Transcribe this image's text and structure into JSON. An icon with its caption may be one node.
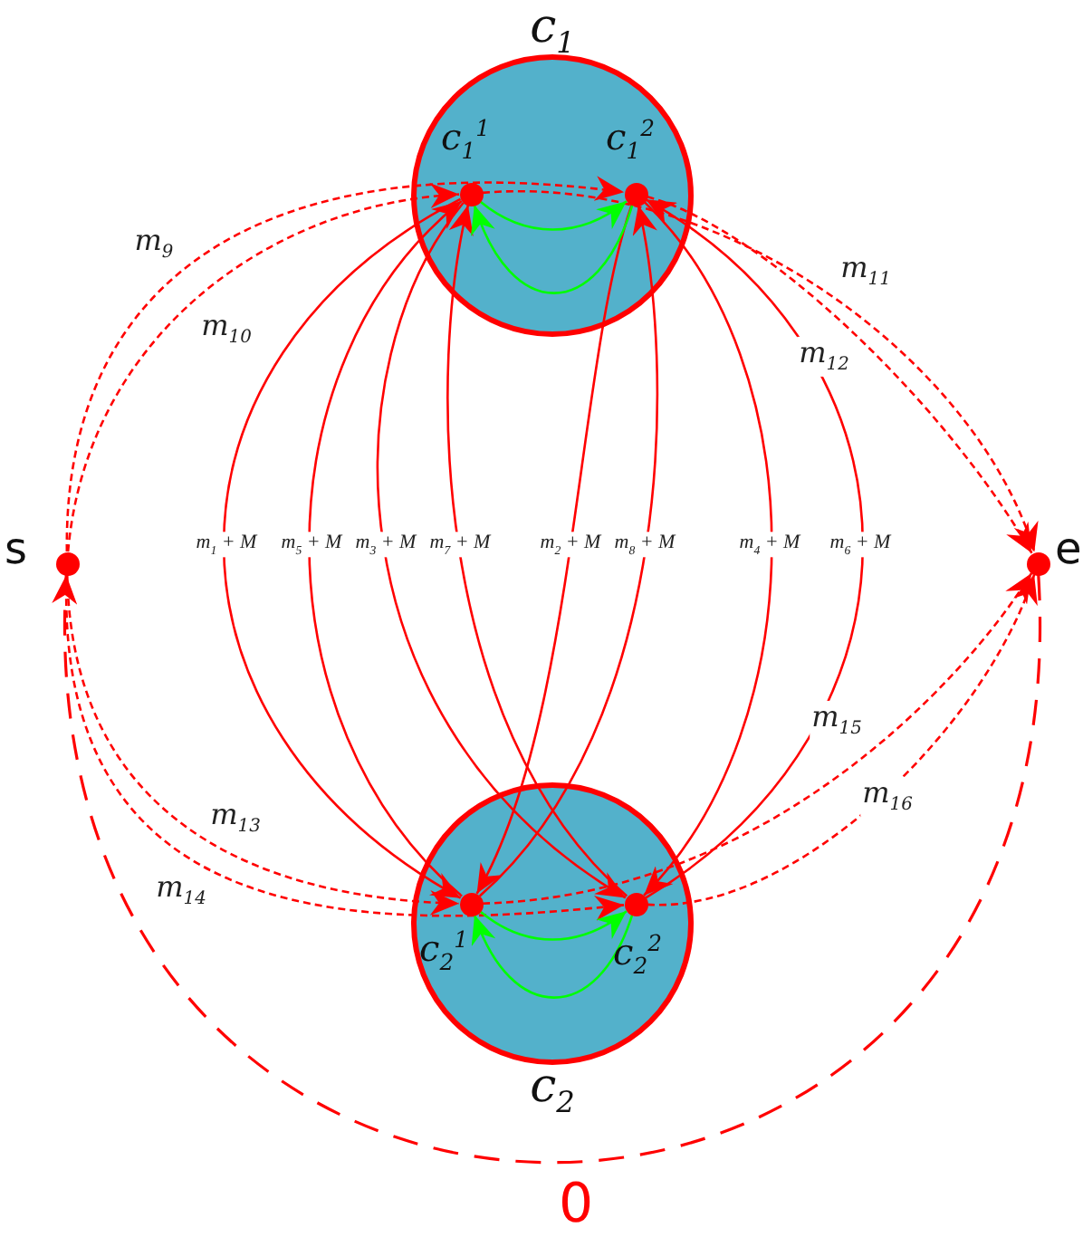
{
  "diagram": {
    "nodes": [
      {
        "text": [
          "c$_{1}$"
        ]
      },
      {
        "text": [
          "c$_{1}$$^{1}$"
        ],
        "in": 0
      },
      {
        "text": [
          "c$_{1}$$^{2}$"
        ],
        "in": 0
      },
      {
        "text": [
          "c$_{2}$"
        ]
      },
      {
        "text": [
          "c$_{2}$$^{1}$"
        ],
        "in": 3
      },
      {
        "text": [
          "c$_{2}$$^{2}$"
        ],
        "in": 3
      },
      {
        "text": [
          "s"
        ]
      },
      {
        "text": [
          "e"
        ]
      }
    ],
    "edges": [
      {
        "from": 6,
        "to": 2,
        "arrow": "to",
        "label": "m$_{9}$",
        "style": "dashed"
      },
      {
        "from": 6,
        "to": 1,
        "arrow": "to",
        "label": "m$_{10}$",
        "style": "dashed"
      },
      {
        "from": 1,
        "to": 7,
        "arrow": "to",
        "label": "m$_{11}$",
        "style": "dashed"
      },
      {
        "from": 2,
        "to": 7,
        "arrow": "to",
        "label": "m$_{12}$",
        "style": "dashed"
      },
      {
        "from": 6,
        "to": 4,
        "arrow": "to",
        "label": "m$_{13}$",
        "style": "dashed"
      },
      {
        "from": 6,
        "to": 5,
        "arrow": "to",
        "label": "m$_{14}$",
        "style": "dashed"
      },
      {
        "from": 4,
        "to": 7,
        "arrow": "to",
        "label": "m$_{15}$",
        "style": "dashed"
      },
      {
        "from": 5,
        "to": 7,
        "arrow": "to",
        "label": "m$_{16}$",
        "style": "dashed"
      },
      {
        "from": 1,
        "to": 4,
        "arrow": "to",
        "label": "m$_{1}$ + M"
      },
      {
        "from": 4,
        "to": 1,
        "arrow": "to",
        "label": "m$_{5}$ + M"
      },
      {
        "from": 1,
        "to": 5,
        "arrow": "to",
        "label": "m$_{3}$ + M"
      },
      {
        "from": 5,
        "to": 1,
        "arrow": "to",
        "label": "m$_{7}$ + M"
      },
      {
        "from": 2,
        "to": 4,
        "arrow": "to",
        "label": "m$_{2}$ + M"
      },
      {
        "from": 4,
        "to": 2,
        "arrow": "to",
        "label": "m$_{8}$ + M"
      },
      {
        "from": 2,
        "to": 5,
        "arrow": "to",
        "label": "m$_{4}$ + M"
      },
      {
        "from": 5,
        "to": 2,
        "arrow": "to",
        "label": "m$_{6}$ + M"
      },
      {
        "from": 1,
        "to": 2,
        "arrow": "to",
        "color": "#00ff00"
      },
      {
        "from": 2,
        "to": 1,
        "arrow": "to",
        "color": "#00ff00"
      },
      {
        "from": 4,
        "to": 5,
        "arrow": "to",
        "color": "#00ff00"
      },
      {
        "from": 5,
        "to": 4,
        "arrow": "to",
        "color": "#00ff00"
      },
      {
        "from": 7,
        "to": 6,
        "arrow": "to",
        "label": "0",
        "style": "dashed"
      }
    ]
  }
}
